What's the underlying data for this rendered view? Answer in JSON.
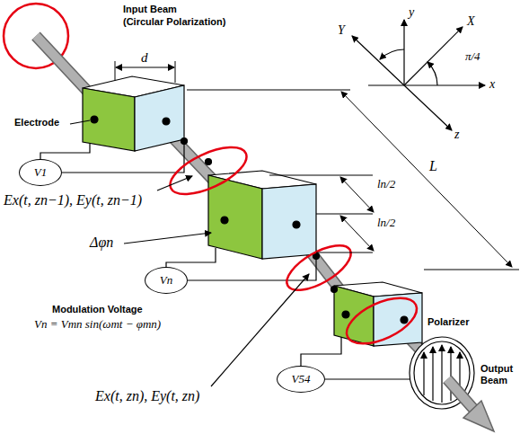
{
  "diagram": {
    "nodes": [
      {
        "text": [
          "V1"
        ]
      },
      {
        "text": [
          "Vn"
        ]
      },
      {
        "text": [
          "V54"
        ]
      }
    ],
    "labels": [
      "Input Beam",
      "(Circular Polarization)",
      "d",
      "Electrode",
      "Ex(t, zn−1), Ey(t, zn−1)",
      "Δφn",
      "Modulation Voltage",
      "Vn = Vmn sin(ωmt − φmn)",
      "Ex(t, zn), Ey(t, zn)",
      "ln/2",
      "ln/2",
      "L",
      "Y",
      "y",
      "X",
      "x",
      "π/4",
      "z",
      "Polarizer",
      "Output Beam"
    ]
  }
}
